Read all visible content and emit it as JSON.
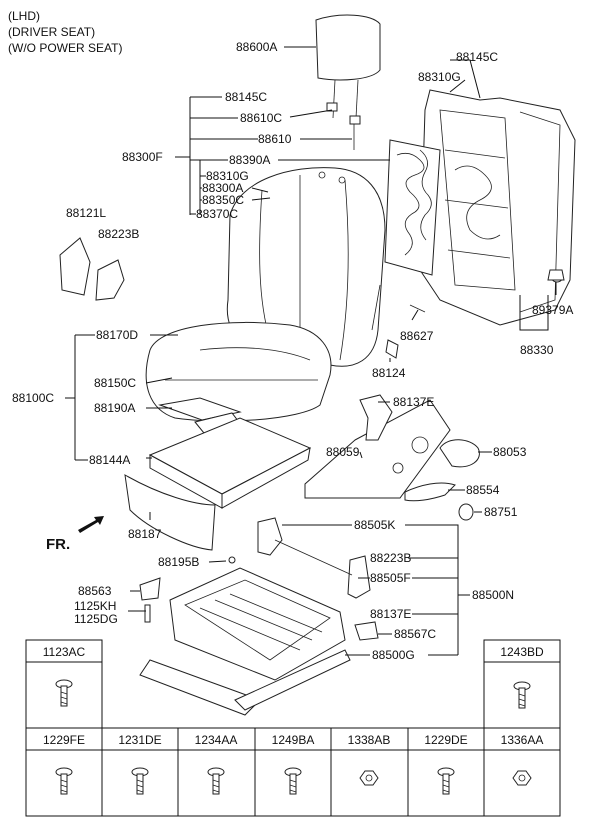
{
  "header": {
    "lines": [
      "(LHD)",
      "(DRIVER SEAT)",
      "(W/O POWER SEAT)"
    ]
  },
  "direction_label": "FR.",
  "labels": {
    "p88600A": "88600A",
    "p88145C_a": "88145C",
    "p88310G_a": "88310G",
    "p88145C_b": "88145C",
    "p88610C": "88610C",
    "p88610": "88610",
    "p88300F": "88300F",
    "p88390A": "88390A",
    "p88310G_b": "88310G",
    "p88300A": "88300A",
    "p88350C": "88350C",
    "p88370C": "88370C",
    "p88121L": "88121L",
    "p88223B_a": "88223B",
    "p89379A": "89379A",
    "p88627": "88627",
    "p88330": "88330",
    "p88170D": "88170D",
    "p88124": "88124",
    "p88100C": "88100C",
    "p88150C": "88150C",
    "p88137E_a": "88137E",
    "p88190A": "88190A",
    "p88059": "88059",
    "p88053": "88053",
    "p88144A": "88144A",
    "p88554": "88554",
    "p88187": "88187",
    "p88751": "88751",
    "p88505K": "88505K",
    "p88195B": "88195B",
    "p88223B_b": "88223B",
    "p88505F": "88505F",
    "p88563": "88563",
    "p88500N": "88500N",
    "p1125KH": "1125KH",
    "p1125DG": "1125DG",
    "p88137E_b": "88137E",
    "p88567C": "88567C",
    "p88500G": "88500G"
  },
  "fastener_table": {
    "top_left": "1123AC",
    "top_right": "1243BD",
    "bottom_row": [
      "1229FE",
      "1231DE",
      "1234AA",
      "1249BA",
      "1338AB",
      "1229DE",
      "1336AA"
    ]
  }
}
